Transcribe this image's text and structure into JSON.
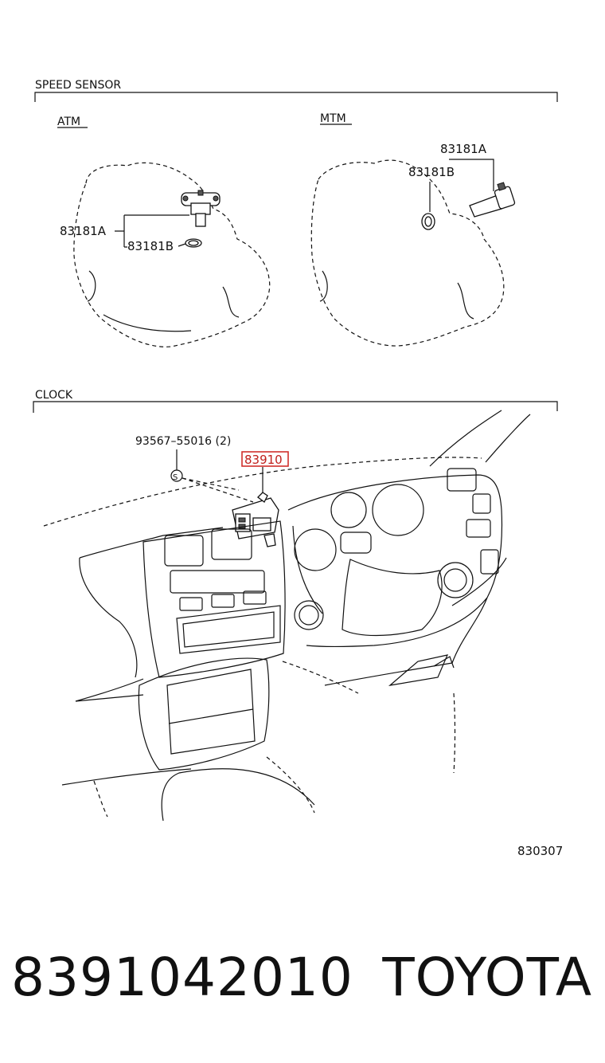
{
  "sections": {
    "speed_sensor": "SPEED SENSOR",
    "atm": "ATM",
    "mtm": "MTM",
    "clock": "CLOCK"
  },
  "callouts": {
    "atm_a": "83181A",
    "atm_b": "83181B",
    "mtm_a": "83181A",
    "mtm_b": "83181B",
    "screw": "93567–55016 (2)",
    "screw_symbol": "S",
    "clock_part": "83910"
  },
  "illustration_code": "830307",
  "footer": {
    "part_number": "8391042010",
    "brand": "TOYOTA"
  },
  "colors": {
    "highlight": "#d0302c",
    "ink": "#111111"
  }
}
